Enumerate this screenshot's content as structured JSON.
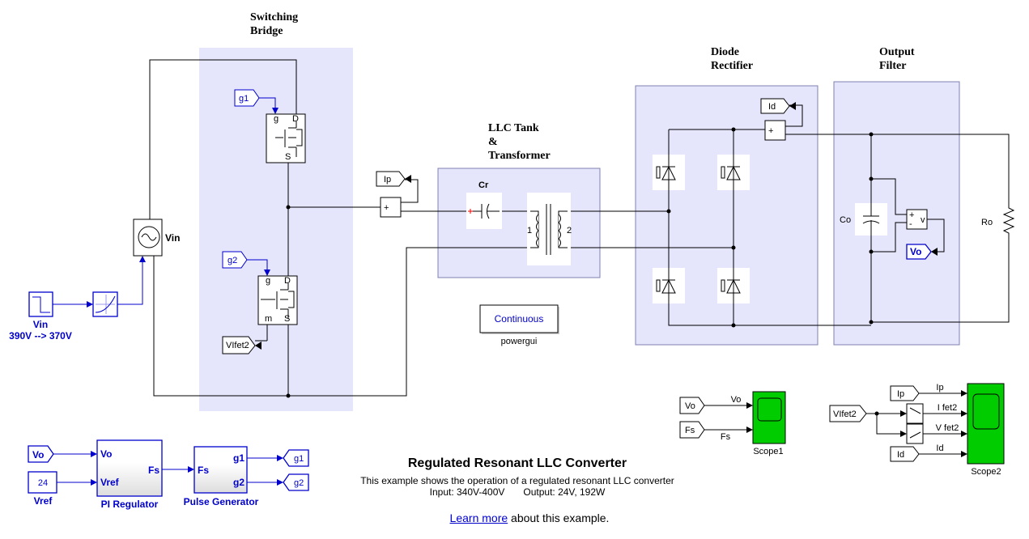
{
  "section_titles": {
    "switching_bridge": [
      "Switching",
      "Bridge"
    ],
    "llc_tank": [
      "LLC Tank",
      "&",
      "Transformer"
    ],
    "diode_rectifier": [
      "Diode",
      "Rectifier"
    ],
    "output_filter": [
      "Output",
      "Filter"
    ]
  },
  "blocks": {
    "vin_source": "Vin",
    "step_label": [
      "Vin",
      "390V --> 370V"
    ],
    "capacitor_cr": "Cr",
    "capacitor_co": "Co",
    "resistor_ro": "Ro",
    "transformer_ports": [
      "1",
      "2"
    ],
    "powergui_mode": "Continuous",
    "powergui_label": "powergui",
    "scope1": "Scope1",
    "scope2": "Scope2",
    "vref_value": "24",
    "vref_label": "Vref",
    "pi_regulator": {
      "label": "PI Regulator",
      "in1": "Vo",
      "in2": "Vref",
      "out": "Fs"
    },
    "pulse_generator": {
      "label": "Pulse Generator",
      "in": "Fs",
      "out1": "g1",
      "out2": "g2"
    },
    "mosfet_ports": {
      "g": "g",
      "d": "D",
      "s": "S",
      "m": "m"
    },
    "voltmeter_port": "v"
  },
  "tags": {
    "g1": "g1",
    "g2": "g2",
    "vifet2": "VIfet2",
    "ip": "Ip",
    "id": "Id",
    "vo": "Vo",
    "from_vo": "Vo",
    "goto_g1": "g1",
    "goto_g2": "g2",
    "scope_vo": "Vo",
    "scope_fs": "Fs",
    "scope2_ip": "Ip",
    "scope2_vifet2": "VIfet2",
    "scope2_id": "Id"
  },
  "signal_labels": {
    "vo": "Vo",
    "fs": "Fs",
    "ip": "Ip",
    "ifet2": "I fet2",
    "vfet2": "V fet2",
    "id": "Id"
  },
  "footer": {
    "title": "Regulated Resonant LLC Converter",
    "description": "This example shows the operation of a regulated resonant LLC converter",
    "specs_input": "Input: 340V-400V",
    "specs_output": "Output: 24V, 192W",
    "learn_more_link": "Learn more",
    "learn_more_rest": " about this example."
  },
  "colors": {
    "region_fill": "#e5e5fb",
    "signal_blue": "#0000cc",
    "scope_green": "#00cc00"
  }
}
